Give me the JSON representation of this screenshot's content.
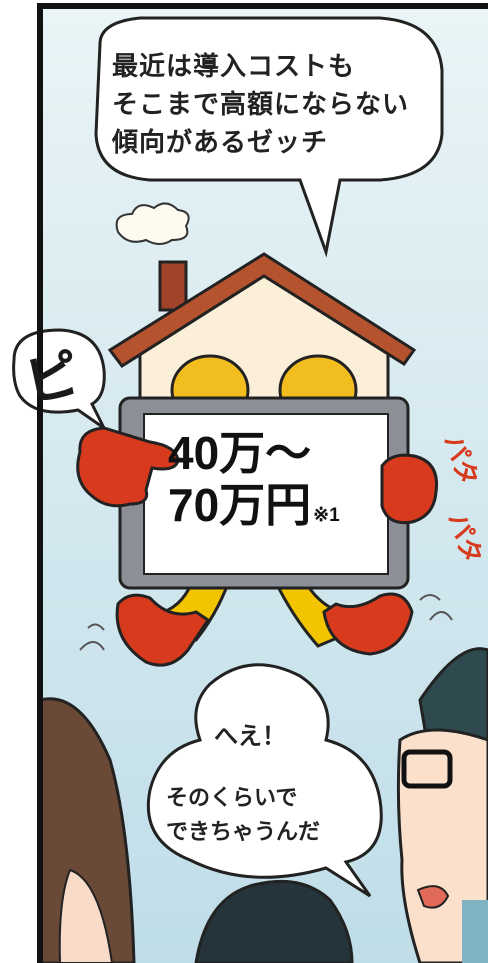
{
  "speech_top": [
    "最近は導入コストも",
    "そこまで高額にならない",
    "傾向があるゼッチ"
  ],
  "sound_pi": "ピ",
  "sign": {
    "line1": "40万～",
    "line2": "70万円",
    "note": "※1"
  },
  "sfx_flap": [
    "パタ",
    "パタ"
  ],
  "speech_heh": "へえ！",
  "speech_reply": [
    "そのくらいで",
    "できちゃうんだ"
  ],
  "colors": {
    "sky": "#cfe6ee",
    "roof": "#b5532e",
    "house_body": "#fbefd9",
    "gloves": "#d83a1e",
    "legs": "#f3c400",
    "eyes": "#f2bd1e",
    "sign_frame": "#8c8f95",
    "border": "#111111"
  }
}
